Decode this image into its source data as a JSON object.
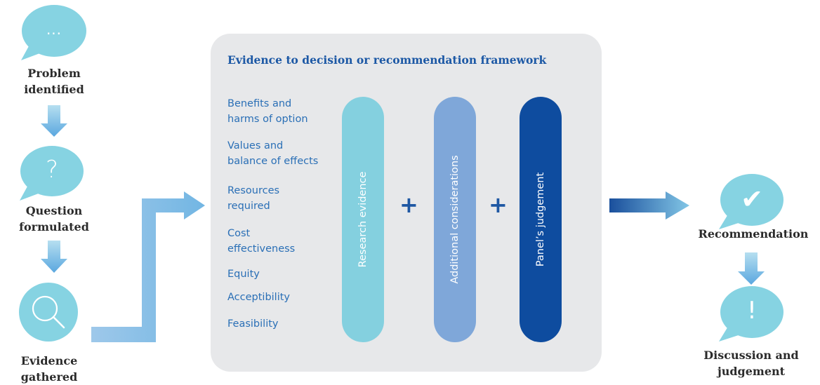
{
  "left_steps": [
    {
      "label_lines": [
        "Problem",
        "identified"
      ],
      "icon": "ellipsis-speech-bubble-icon",
      "icon_text": "..."
    },
    {
      "label_lines": [
        "Question",
        "formulated"
      ],
      "icon": "question-speech-bubble-icon",
      "icon_text": "?"
    },
    {
      "label_lines": [
        "Evidence",
        "gathered"
      ],
      "icon": "magnifier-icon"
    }
  ],
  "framework": {
    "title": "Evidence to decision or recommendation framework",
    "factors": [
      {
        "lines": [
          "Benefits and",
          "harms of option"
        ]
      },
      {
        "lines": [
          "Values and",
          "balance of effects"
        ]
      },
      {
        "lines": [
          "Resources",
          "required"
        ]
      },
      {
        "lines": [
          "Cost",
          "effectiveness"
        ]
      },
      {
        "lines": [
          "Equity"
        ]
      },
      {
        "lines": [
          "Acceptibility"
        ]
      },
      {
        "lines": [
          "Feasibility"
        ]
      }
    ],
    "pills": [
      {
        "label": "Research evidence",
        "color": "#84d0df"
      },
      {
        "label": "Additional considerations",
        "color": "#7fa7d9"
      },
      {
        "label": "Panel’s judgement",
        "color": "#0e4c9f"
      }
    ],
    "plus": "+"
  },
  "right_steps": [
    {
      "label_lines": [
        "Recommendation"
      ],
      "icon": "checkmark-speech-bubble-icon",
      "icon_text": "✔"
    },
    {
      "label_lines": [
        "Discussion and",
        "judgement"
      ],
      "icon": "exclamation-speech-bubble-icon",
      "icon_text": "!"
    }
  ],
  "colors": {
    "bubble": "#86d3e2",
    "arrow_light": "#8fc7e8",
    "arrow_dark": "#1a4f9c",
    "panel": "#e7e8ea",
    "title": "#1c58a5"
  }
}
